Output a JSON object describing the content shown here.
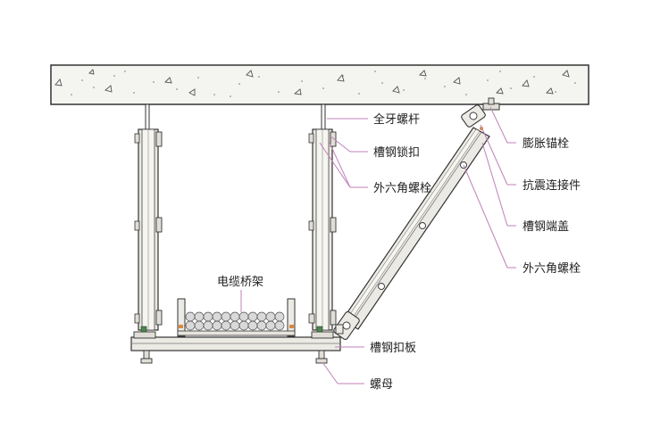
{
  "labels": {
    "full_thread_rod": "全牙螺杆",
    "channel_lock": "槽钢锁扣",
    "hex_bolt_1": "外六角螺栓",
    "expansion_anchor": "膨胀锚栓",
    "seismic_connector": "抗震连接件",
    "channel_end_cap": "槽钢端盖",
    "hex_bolt_2": "外六角螺栓",
    "cable_tray": "电缆桥架",
    "channel_clamp_plate": "槽钢扣板",
    "nut": "螺母"
  },
  "colors": {
    "leader": "#c080b8",
    "line": "#333333",
    "concrete": "#f4f4f1",
    "steel": "#eceae4",
    "cable": "#d9d9d9",
    "accent_orange": "#d98a3a",
    "accent_green": "#4a8a4a",
    "text": "#222222"
  }
}
